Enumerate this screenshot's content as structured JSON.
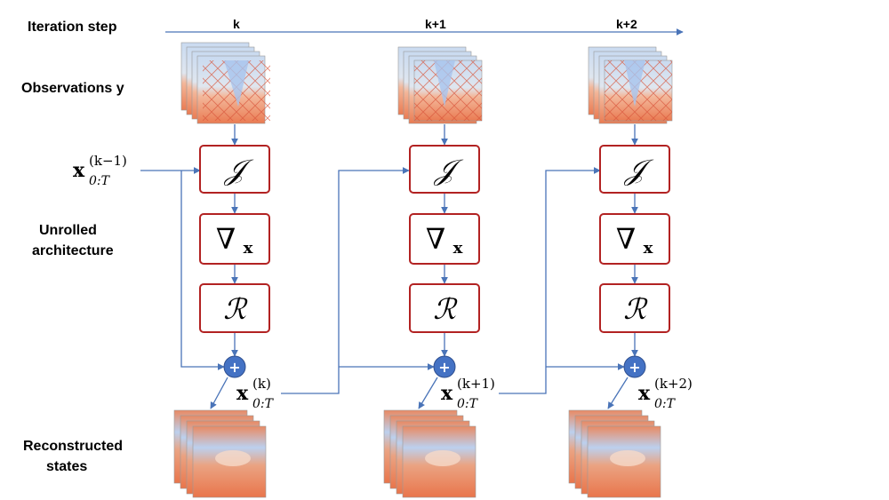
{
  "labels": {
    "iteration_step": "Iteration step",
    "observations": "Observations y",
    "unrolled_line1": "Unrolled",
    "unrolled_line2": "architecture",
    "reconstructed_line1": "Reconstructed",
    "reconstructed_line2": "states"
  },
  "steps": [
    "k",
    "k+1",
    "k+2"
  ],
  "operators": {
    "cost": "𝒥",
    "gradient": "∇",
    "gradient_sub": "x",
    "regularizer": "ℛ"
  },
  "states": {
    "symbol": "x",
    "subscript": "0:T",
    "input_superscript": "(k−1)",
    "outputs": [
      "(k)",
      "(k+1)",
      "(k+2)"
    ]
  },
  "plus_symbol": "+",
  "colors": {
    "arrow": "#4a74b8",
    "box_border": "#b22222",
    "plus_fill": "#4472c4",
    "warm": "#e8724a",
    "cool": "#a9c4e8"
  }
}
